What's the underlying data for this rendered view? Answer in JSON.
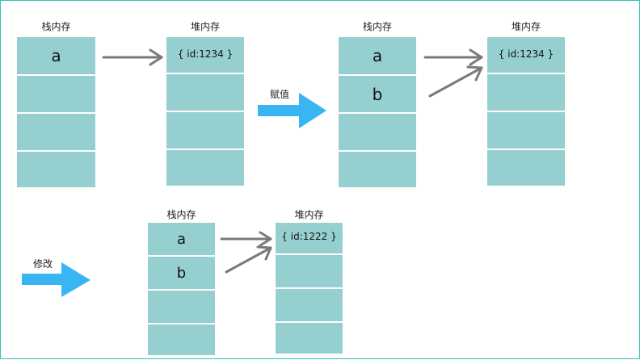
{
  "labels": {
    "stack": "栈内存",
    "heap": "堆内存",
    "assign": "赋值",
    "modify": "修改"
  },
  "values": {
    "var_a": "a",
    "var_b": "b",
    "obj_1": "{ id:1234 }",
    "obj_2": "{ id:1234 }",
    "obj_3": "{ id:1222 }"
  },
  "colors": {
    "cell": "#96cfcf",
    "arrow": "#7a7a7a",
    "big_arrow": "#3ab5f4",
    "frame": "#30c3b4"
  }
}
